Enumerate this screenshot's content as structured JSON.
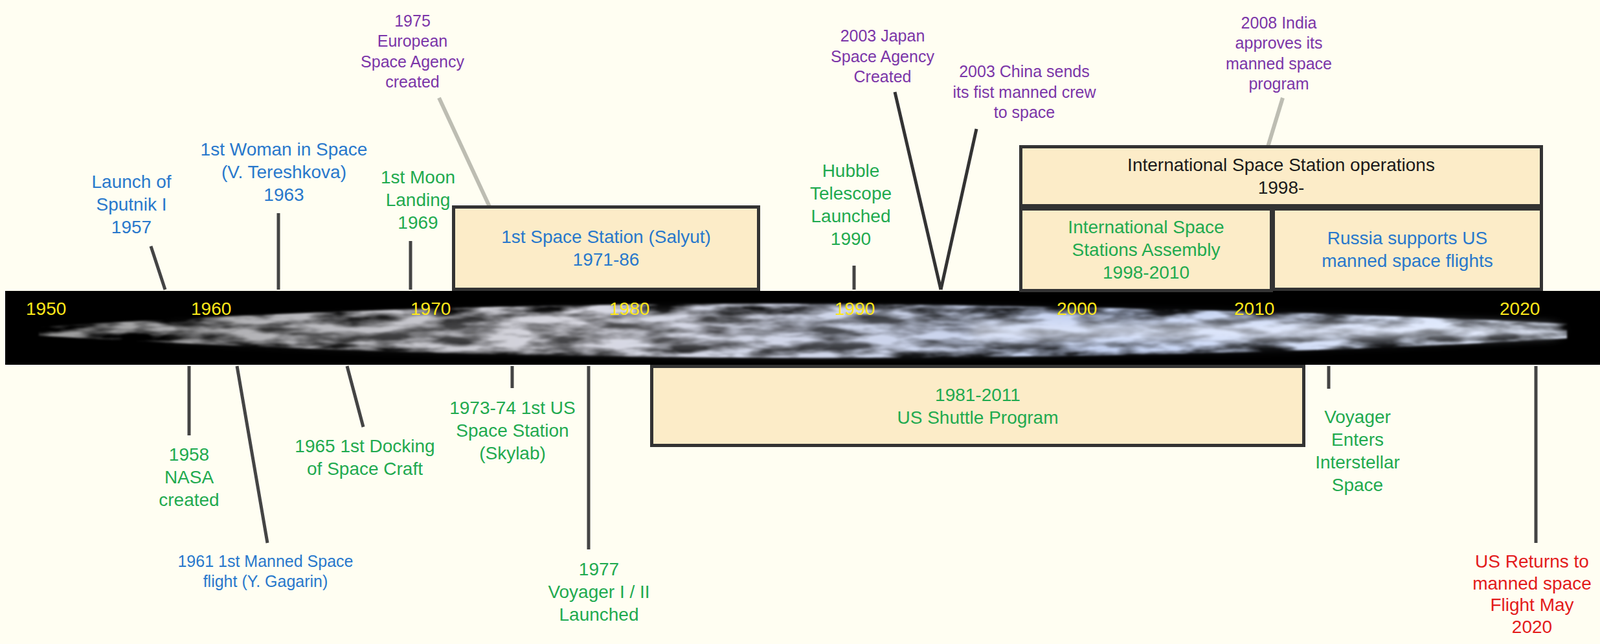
{
  "diagram": {
    "nodes": [
      {
        "text": [
          "1st Space Station (Salyut)",
          "1971-86"
        ]
      },
      {
        "text": [
          "International Space Station operations",
          "1998-"
        ]
      },
      {
        "text": [
          "International Space Stations Assembly",
          "1998-2010"
        ]
      },
      {
        "text": [
          "Russia supports US manned space flights"
        ]
      },
      {
        "text": [
          "1981-2011",
          "US Shuttle Program"
        ]
      }
    ],
    "labels": [
      "1950",
      "1960",
      "1970",
      "1980",
      "1990",
      "2000",
      "2010",
      "2020",
      "Launch of Sputnik I 1957",
      "1st Woman in Space (V. Tereshkova) 1963",
      "1975 European Space Agency created",
      "1st Moon Landing 1969",
      "2003 Japan Space Agency Created",
      "2003 China sends its fist manned crew to space",
      "Hubble Telescope Launched 1990",
      "2008 India approves its manned space program",
      "1958 NASA created",
      "1961 1st Manned Space flight (Y. Gagarin)",
      "1965 1st Docking of Space Craft",
      "1973-74 1st US Space Station (Skylab)",
      "1977 Voyager I / II Launched",
      "Voyager Enters Interstellar Space",
      "US Returns to manned space Flight May 2020"
    ]
  }
}
